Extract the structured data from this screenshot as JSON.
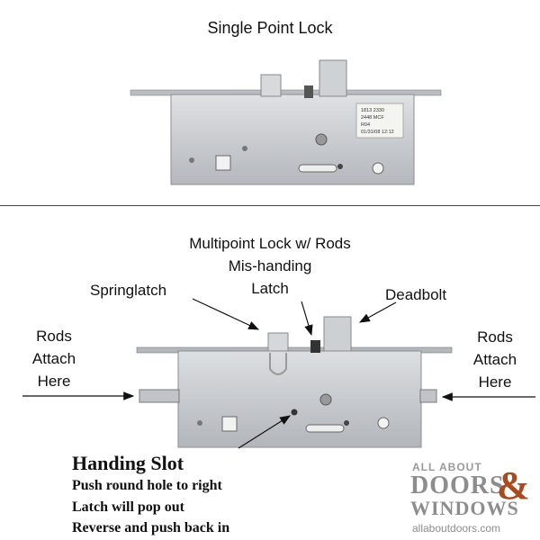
{
  "top": {
    "title": "Single Point Lock",
    "sticker_lines": [
      "1813 2330",
      "2448 MCF",
      "R04",
      "01/31/08 12:12"
    ]
  },
  "bottom": {
    "title_line1": "Multipoint Lock w/ Rods",
    "title_line2": "Mis-handing",
    "title_line3": "Latch",
    "springlatch": "Springlatch",
    "deadbolt": "Deadbolt",
    "rods_left": [
      "Rods",
      "Attach",
      "Here"
    ],
    "rods_right": [
      "Rods",
      "Attach",
      "Here"
    ],
    "handing": {
      "title": "Handing Slot",
      "lines": [
        "Push round hole to right",
        "Latch will pop out",
        "Reverse and push back in"
      ]
    }
  },
  "logo": {
    "line1": "ALL ABOUT",
    "line2": "DOORS",
    "ampersand": "&",
    "line3": "WINDOWS",
    "url": "allaboutdoors.com"
  }
}
